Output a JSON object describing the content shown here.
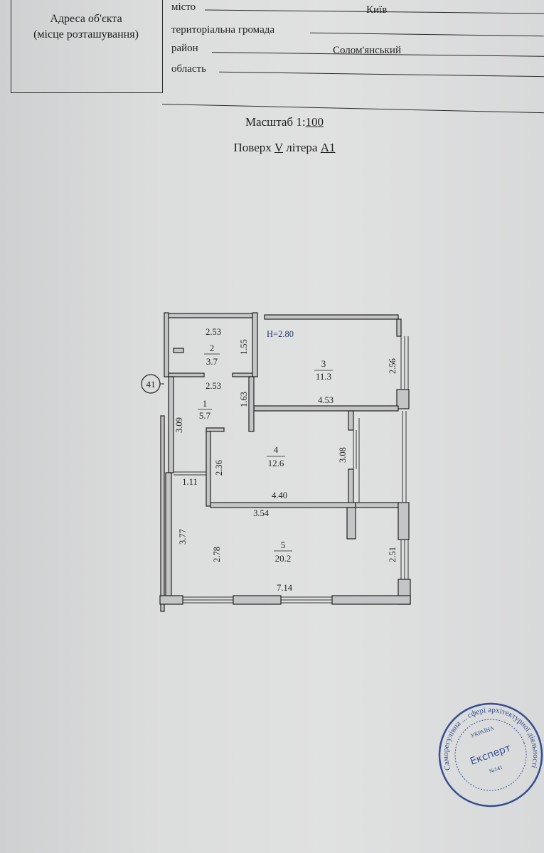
{
  "address_table": {
    "label_line1": "Адреса об'єкта",
    "label_line2": "(місце розташування)",
    "fields": [
      {
        "label": "місто",
        "value": "Київ"
      },
      {
        "label": "територіальна громада",
        "value": ""
      },
      {
        "label": "район",
        "value": "Солом'янський"
      },
      {
        "label": "область",
        "value": ""
      }
    ]
  },
  "scale": {
    "label": "Масштаб 1:",
    "value": "100"
  },
  "floor": {
    "label": "Поверх",
    "floor_value": "V",
    "letter_label": "літера",
    "letter_value": "A1"
  },
  "plan": {
    "height_label": "H=2.80",
    "axis_marker": "41",
    "rooms": [
      {
        "number": "1",
        "area": "5.7"
      },
      {
        "number": "2",
        "area": "3.7"
      },
      {
        "number": "3",
        "area": "11.3"
      },
      {
        "number": "4",
        "area": "12.6"
      },
      {
        "number": "5",
        "area": "20.2"
      }
    ],
    "dimensions": {
      "r2_top": "2.53",
      "r2_side": "1.55",
      "r1_top": "2.53",
      "r1_wall": "1.63",
      "r1_side": "3.09",
      "r1_door": "1.11",
      "r3_side": "2.56",
      "r3_bottom": "4.53",
      "r4_left": "2.36",
      "r4_right": "3.08",
      "r4_bottom": "4.40",
      "r5_top": "3.54",
      "r5_left_outer": "3.77",
      "r5_left": "2.78",
      "r5_right": "2.51",
      "r5_bottom": "7.14"
    }
  },
  "stamp": {
    "outer_text": "Саморегулівна ... сфері архітектурної діяльності",
    "country": "УКРАЇНА",
    "center": "Експерт",
    "number": "№141",
    "color": "#34508f"
  }
}
